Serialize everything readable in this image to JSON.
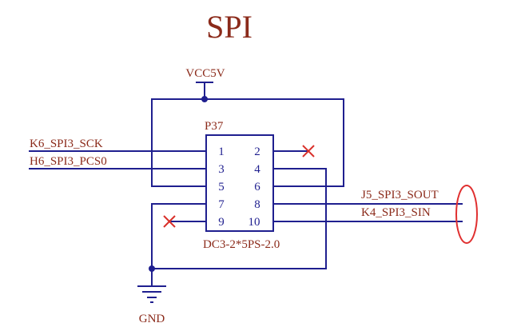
{
  "diagram": {
    "title": "SPI",
    "power_label": "VCC5V",
    "ground_label": "GND",
    "connector": {
      "designator": "P37",
      "part": "DC3-2*5PS-2.0",
      "pins_left": [
        "1",
        "3",
        "5",
        "7",
        "9"
      ],
      "pins_right": [
        "2",
        "4",
        "6",
        "8",
        "10"
      ]
    },
    "nets": {
      "sck": "K6_SPI3_SCK",
      "pcs0": "H6_SPI3_PCS0",
      "sout": "J5_SPI3_SOUT",
      "sin": "K4_SPI3_SIN"
    },
    "colors": {
      "wire": "#1f1f8f",
      "component": "#1f1f8f",
      "label_text": "#8b2a1a",
      "title": "#8b2a1a",
      "no_connect": "#d9302a",
      "highlight": "#e03030"
    }
  }
}
